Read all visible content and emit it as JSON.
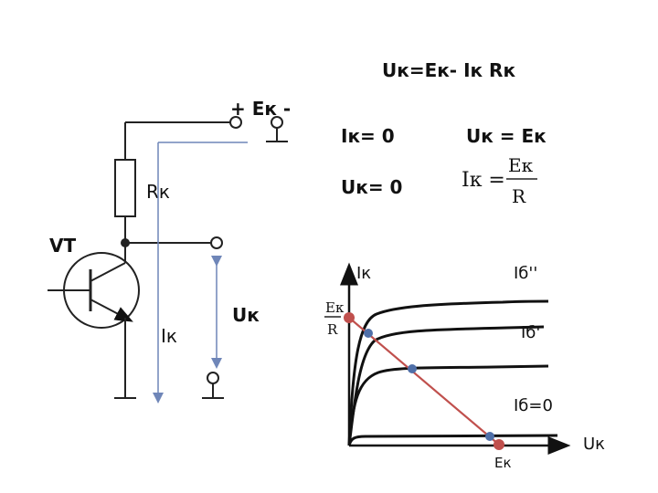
{
  "formulas": {
    "main": "Uк=Eк- Iк Rк",
    "ik_zero": "Iк= 0",
    "uk_equals_ek": "Uк = Eк",
    "uk_zero": "Uк= 0",
    "ik_fraction_lhs": "Iк =",
    "ik_fraction_num": "Eк",
    "ik_fraction_den": "R"
  },
  "circuit": {
    "supply_label": "+ Eк  -",
    "resistor_label": "Rк",
    "transistor_label": "VT",
    "current_label": "Iк",
    "voltage_label": "Uк"
  },
  "graph": {
    "y_axis_label": "Iк",
    "x_axis_label": "Uк",
    "y_intercept_num": "Eк",
    "y_intercept_den": "R",
    "x_intercept_label": "Eк",
    "curve_labels": [
      "Iб''",
      "Iб'",
      "Iб=0"
    ]
  },
  "colors": {
    "load_line": "#c0504d",
    "operating_point": "#4f6fa8",
    "current_arrow": "#6f86b8"
  }
}
